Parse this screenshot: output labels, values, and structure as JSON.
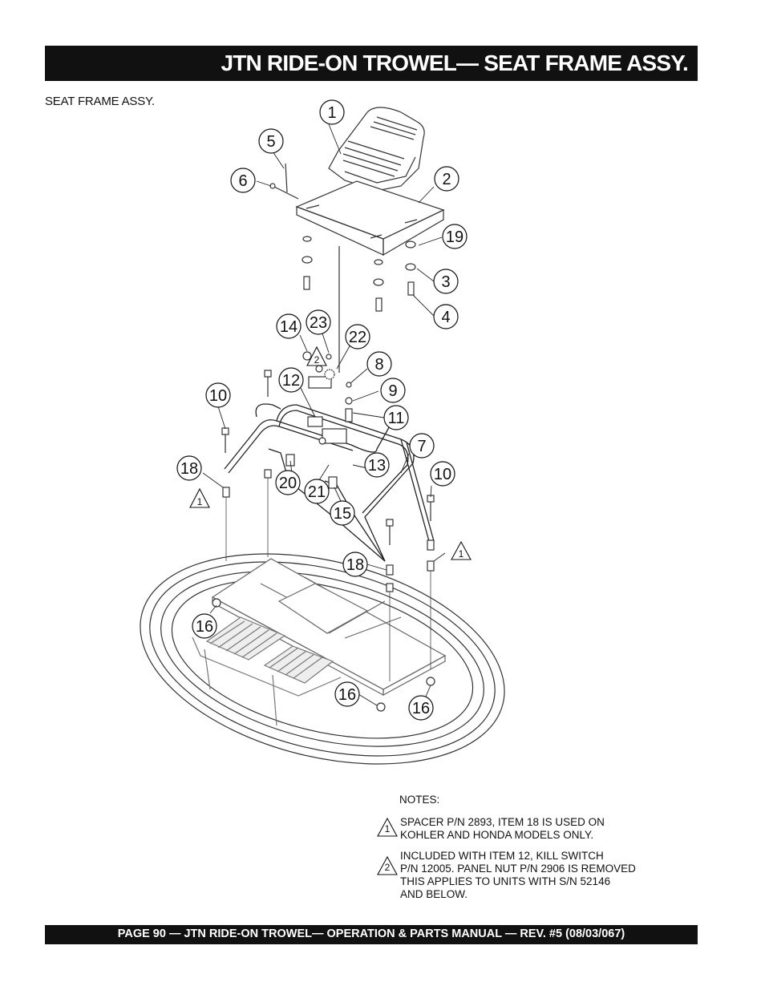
{
  "header": {
    "title": "JTN RIDE-ON TROWEL— SEAT FRAME ASSY."
  },
  "section_label": "SEAT FRAME ASSY.",
  "callouts": [
    "1",
    "2",
    "3",
    "4",
    "5",
    "6",
    "7",
    "8",
    "9",
    "10",
    "10",
    "11",
    "12",
    "13",
    "14",
    "15",
    "16",
    "16",
    "16",
    "18",
    "18",
    "19",
    "20",
    "21",
    "22",
    "23"
  ],
  "note_markers": [
    "1",
    "1",
    "2"
  ],
  "notes": {
    "heading": "NOTES:",
    "items": [
      {
        "marker": "1",
        "lines": [
          "SPACER P/N 2893, ITEM 18 IS USED ON",
          "KOHLER AND HONDA MODELS ONLY."
        ]
      },
      {
        "marker": "2",
        "lines": [
          "INCLUDED WITH ITEM 12, KILL SWITCH",
          "P/N 12005. PANEL NUT P/N 2906 IS REMOVED",
          "THIS APPLIES TO UNITS WITH S/N 52146",
          "AND BELOW."
        ]
      }
    ]
  },
  "footer": {
    "text": "PAGE 90 — JTN RIDE-ON TROWEL—  OPERATION & PARTS MANUAL — REV. #5 (08/03/067)"
  }
}
